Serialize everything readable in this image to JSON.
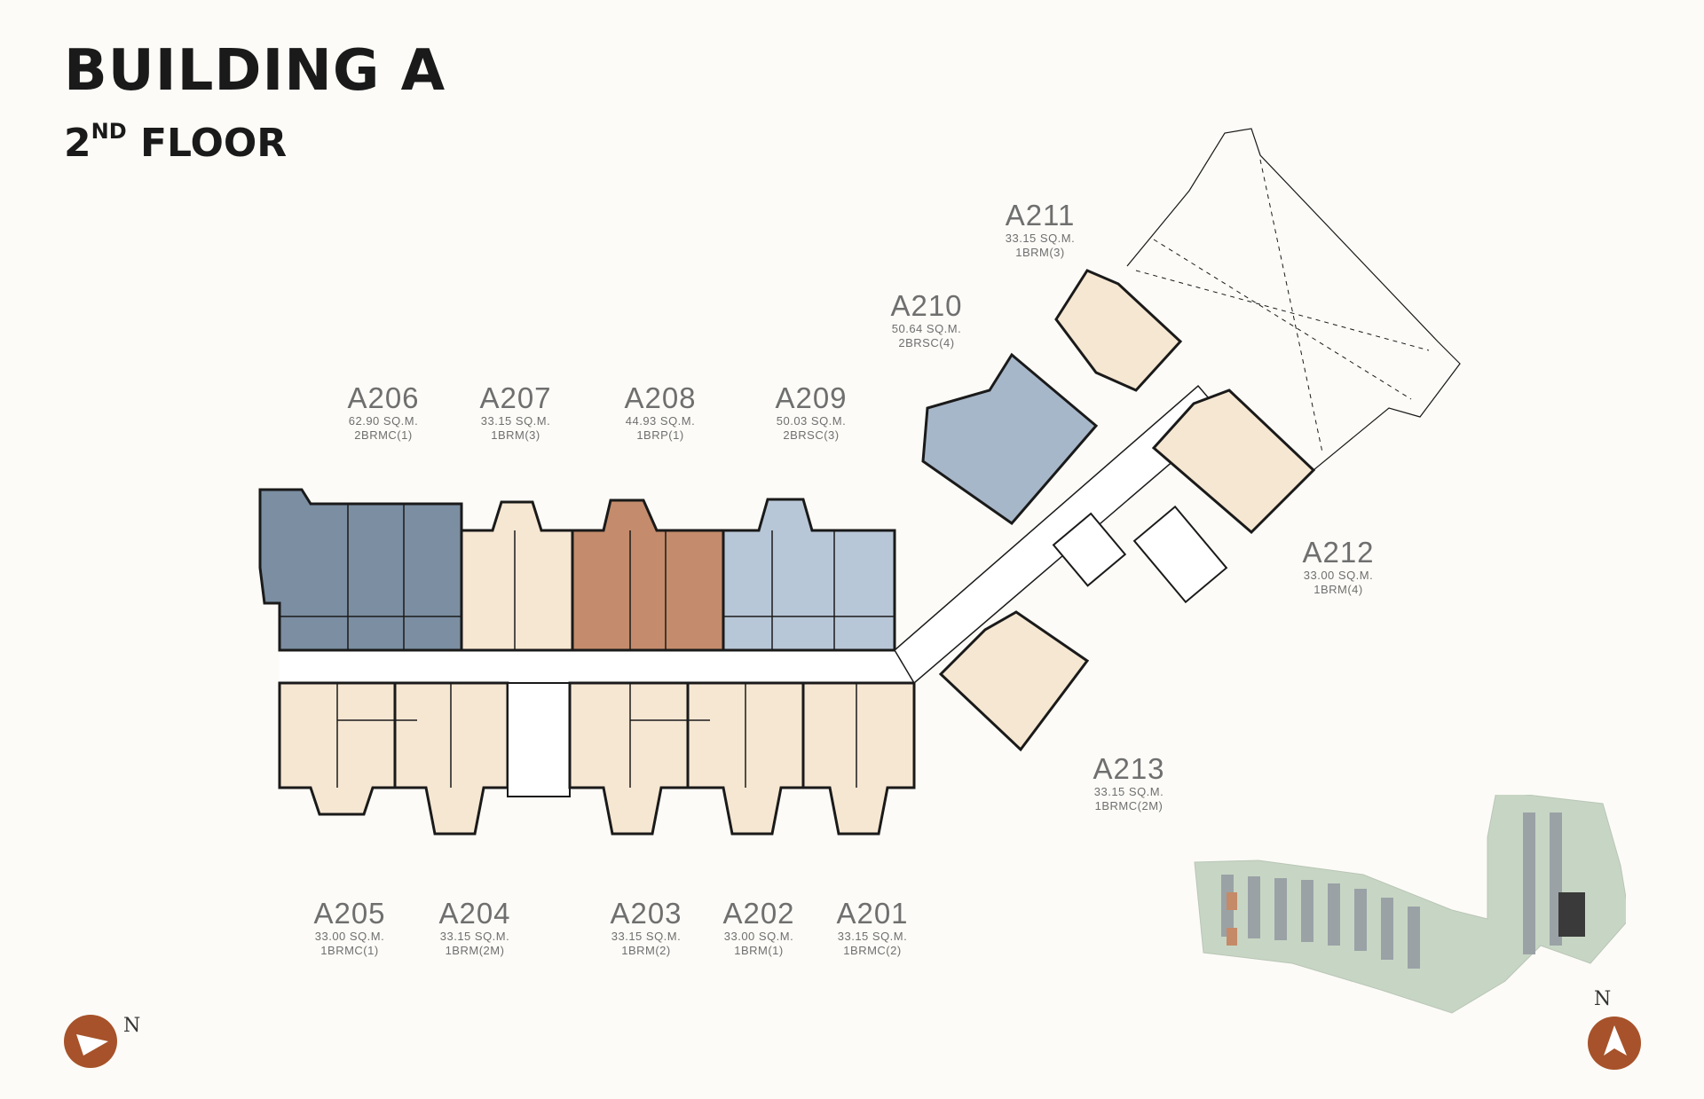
{
  "header": {
    "title": "BUILDING A",
    "floor_number": "2",
    "floor_suffix": "ND",
    "floor_word": "FLOOR"
  },
  "units": [
    {
      "code": "A206",
      "area": "62.90 SQ.M.",
      "type": "2BRMC(1)",
      "color": "#7b8ea2"
    },
    {
      "code": "A207",
      "area": "33.15 SQ.M.",
      "type": "1BRM(3)",
      "color": "#f6e7d2"
    },
    {
      "code": "A208",
      "area": "44.93 SQ.M.",
      "type": "1BRP(1)",
      "color": "#c48c6c"
    },
    {
      "code": "A209",
      "area": "50.03 SQ.M.",
      "type": "2BRSC(3)",
      "color": "#b8c7d8"
    },
    {
      "code": "A210",
      "area": "50.64 SQ.M.",
      "type": "2BRSC(4)",
      "color": "#a7b7ca"
    },
    {
      "code": "A211",
      "area": "33.15 SQ.M.",
      "type": "1BRM(3)",
      "color": "#f6e7d2"
    },
    {
      "code": "A212",
      "area": "33.00 SQ.M.",
      "type": "1BRM(4)",
      "color": "#f6e7d2"
    },
    {
      "code": "A213",
      "area": "33.15 SQ.M.",
      "type": "1BRMC(2M)",
      "color": "#f6e7d2"
    },
    {
      "code": "A205",
      "area": "33.00 SQ.M.",
      "type": "1BRMC(1)",
      "color": "#f6e7d2"
    },
    {
      "code": "A204",
      "area": "33.15 SQ.M.",
      "type": "1BRM(2M)",
      "color": "#f6e7d2"
    },
    {
      "code": "A203",
      "area": "33.15 SQ.M.",
      "type": "1BRM(2)",
      "color": "#f6e7d2"
    },
    {
      "code": "A202",
      "area": "33.00 SQ.M.",
      "type": "1BRM(1)",
      "color": "#f6e7d2"
    },
    {
      "code": "A201",
      "area": "33.15 SQ.M.",
      "type": "1BRMC(2)",
      "color": "#f6e7d2"
    }
  ],
  "compass": {
    "letter": "N",
    "color": "#a7522a"
  },
  "colors": {
    "wall": "#1a1a1a",
    "background": "#fcfbf7",
    "corridor": "#ffffff"
  }
}
